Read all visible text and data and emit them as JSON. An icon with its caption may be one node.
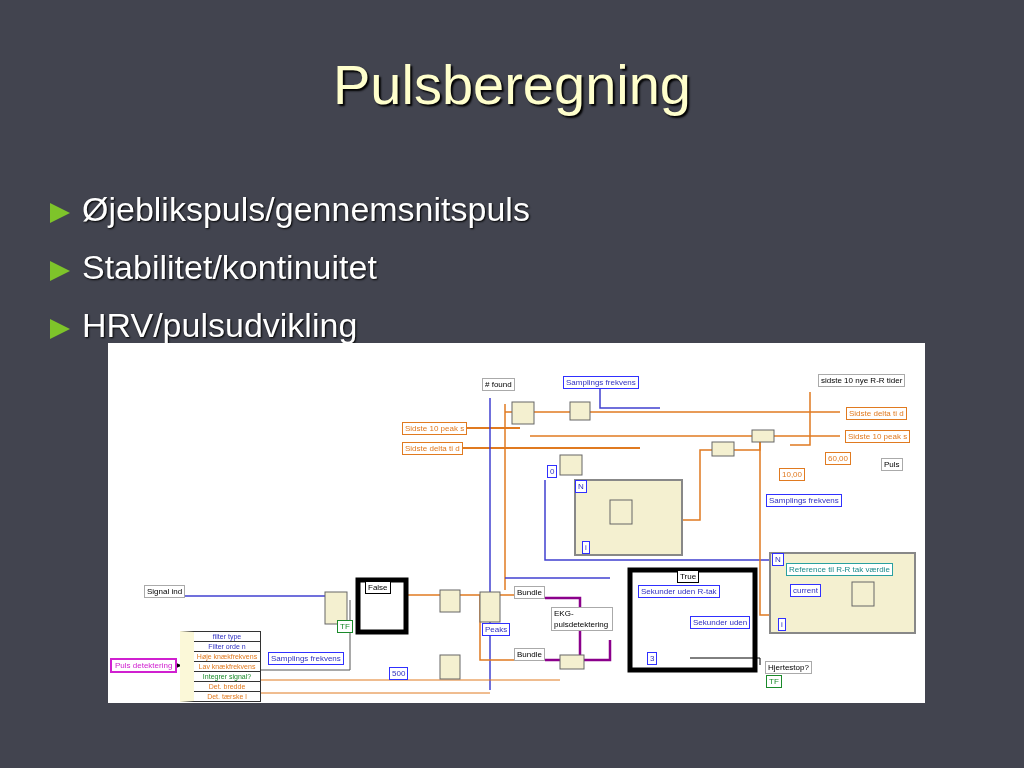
{
  "diagram": {
    "title": "Pulsberegning",
    "nodes": [
      {
        "text": [
          "Puls detektering"
        ]
      },
      {
        "text": [
          "filter type",
          "Filter orde n",
          "Høje knækfrekvens",
          "Lav knækfrekvens",
          "Integrer signal?",
          "Det. bredde",
          "Det. tærske l"
        ]
      }
    ],
    "edges": [
      {
        "from": 0,
        "to": 1,
        "arrow": "to"
      }
    ],
    "labels": [
      "Øjeblikspuls/gennemsnitspuls",
      "Stabilitet/kontinuitet",
      "HRV/pulsudvikling",
      "# found",
      "Samplings frekvens",
      "sidste 10 nye R-R tider",
      "Sidste 10 peak s",
      "Sidste delta ti d",
      "Sidste delta ti d",
      "Sidste 10 peak s",
      "0",
      "N",
      "60,00",
      "10,00",
      "Puls",
      "Samplings frekvens",
      "i",
      "N",
      "Reference til R-R tak værdie",
      "current",
      "i",
      "Signal ind",
      "False",
      "True",
      "Sekunder uden R-tak",
      "Sekunder uden",
      "Bundle",
      "EKG-pulsdetektering",
      "Peaks",
      "TF",
      "Samplings frekvens",
      "Bundle",
      "500",
      "3",
      "Hjertestop?",
      "TF"
    ]
  }
}
